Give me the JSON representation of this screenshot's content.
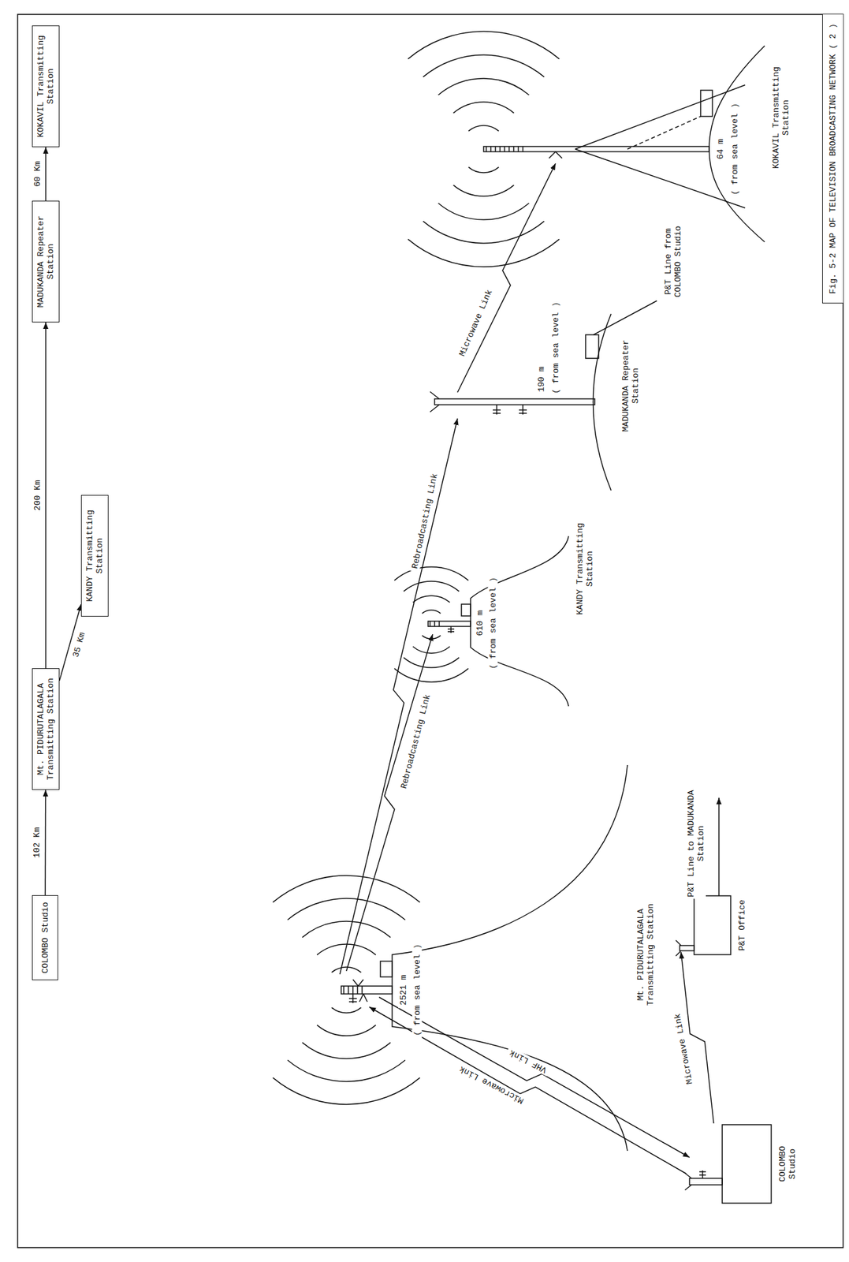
{
  "diagram": {
    "caption": "Fig. 5-2 MAP OF TELEVISION BROADCASTING NETWORK ( 2 )",
    "nodes": [
      {
        "text": [
          "COLOMBO Studio"
        ]
      },
      {
        "text": [
          "Mt. PIDURUTALAGALA Transmitting Station"
        ]
      },
      {
        "text": [
          "KANDY Transmitting Station"
        ]
      },
      {
        "text": [
          "MADUKANDA Repeater Station"
        ]
      },
      {
        "text": [
          "KOKAVIL Transmitting Station"
        ]
      }
    ],
    "edges": [
      {
        "from": 0,
        "to": 1,
        "label": "102 Km",
        "arrow": "to"
      },
      {
        "from": 1,
        "to": 3,
        "label": "200 Km",
        "arrow": "to"
      },
      {
        "from": 1,
        "to": 2,
        "label": "35 Km",
        "arrow": "to"
      },
      {
        "from": 3,
        "to": 4,
        "label": "60 Km",
        "arrow": "to"
      }
    ],
    "labels": [
      "KOKAVIL Transmitting Station",
      "64 m",
      "( from sea level )",
      "Microwave Link",
      "MADUKANDA Repeater Station",
      "190 m",
      "( from sea level )",
      "P&T Line from COLOMBO Studio",
      "Rebroadcasting Link",
      "Rebroadcasting Link",
      "KANDY Transmitting Station",
      "610 m",
      "( from sea level )",
      "Mt. PIDURUTALAGALA Transmitting Station",
      "2521 m",
      "( from sea level )",
      "Microwave Link",
      "VHF Link",
      "Microwave Link",
      "P&T Office",
      "P&T Line to MADUKANDA Station",
      "COLOMBO Studio"
    ]
  }
}
